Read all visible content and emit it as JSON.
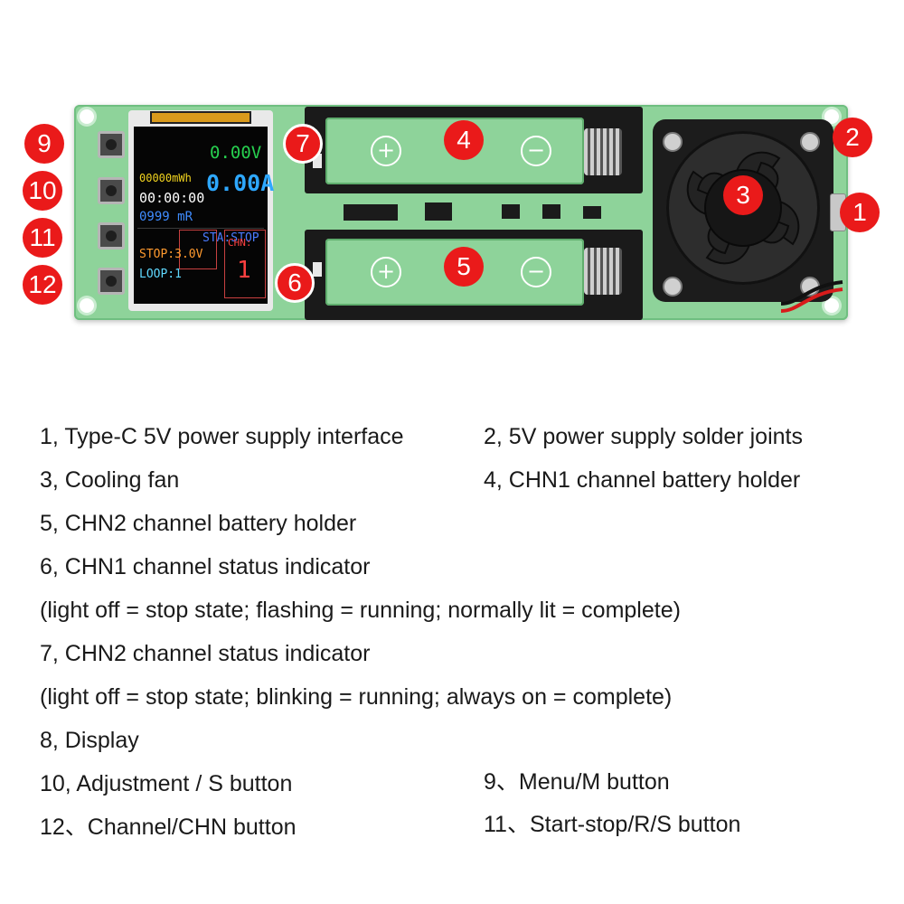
{
  "diagram": {
    "callouts": [
      "1",
      "2",
      "3",
      "4",
      "5",
      "6",
      "7",
      "9",
      "10",
      "11",
      "12"
    ],
    "display": {
      "voltage": "0.00V",
      "current": "0.00A",
      "energy": "00000mWh",
      "time": "00:00:00",
      "resistance": "0999 mR",
      "mode": "STA:STOP",
      "cutoff": "STOP:3.0V",
      "loop": "LOOP:1",
      "channel_label": "CHN:",
      "channel_value": "1",
      "colors": {
        "voltage": "#27d04f",
        "current": "#2ea8ff",
        "energy": "#f1d31f",
        "time": "#ffffff",
        "resistance": "#3f8cff",
        "mode": "#4a7bff",
        "cutoff": "#ff9a2e",
        "loop": "#5fd8ff",
        "channel": "#ff4040"
      }
    },
    "colors": {
      "callout_fill": "#ea1a1a",
      "pcb": "#8ed39a",
      "holder": "#1a1a1a"
    }
  },
  "legend": {
    "item1": "1, Type-C 5V power supply interface",
    "item2": "2, 5V power supply solder joints",
    "item3": "3, Cooling fan",
    "item4": "4, CHN1 channel battery holder",
    "item5": "5, CHN2 channel battery holder",
    "item6": "6, CHN1 channel status indicator",
    "item6_note": "(light off = stop state; flashing = running; normally lit = complete)",
    "item7": "7, CHN2 channel status indicator",
    "item7_note": " (light off = stop state; blinking = running; always on = complete)",
    "item8": "8, Display",
    "item10": "10, Adjustment / S button",
    "item9": "9、Menu/M button",
    "item12": "12、Channel/CHN button",
    "item11": "11、Start-stop/R/S button"
  }
}
